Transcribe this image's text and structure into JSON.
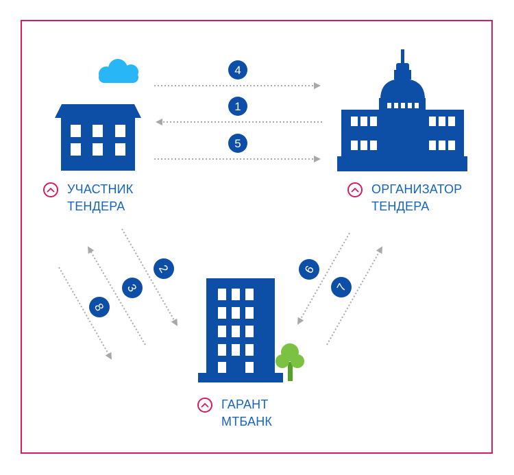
{
  "colors": {
    "frame": "#d81b60",
    "building": "#0d4ea6",
    "label_text": "#1565c0",
    "badge": "#0d4ea6",
    "arrow": "#a8a8a8",
    "cloud": "#29b6f6",
    "tree": "#7cc242",
    "tree_trunk": "#58a02c"
  },
  "participant": {
    "icon": "house-icon",
    "line1": "УЧАСТНИК",
    "line2": "ТЕНДЕРА"
  },
  "organizer": {
    "icon": "capitol-icon",
    "line1": "ОРГАНИЗАТОР",
    "line2": "ТЕНДЕРА"
  },
  "guarantor": {
    "icon": "office-tower-icon",
    "line1": "ГАРАНТ",
    "line2": "МТБАНК"
  },
  "steps": {
    "s1": "1",
    "s2": "2",
    "s3": "3",
    "s4": "4",
    "s5": "5",
    "s6": "6",
    "s7": "7",
    "s8": "8"
  }
}
